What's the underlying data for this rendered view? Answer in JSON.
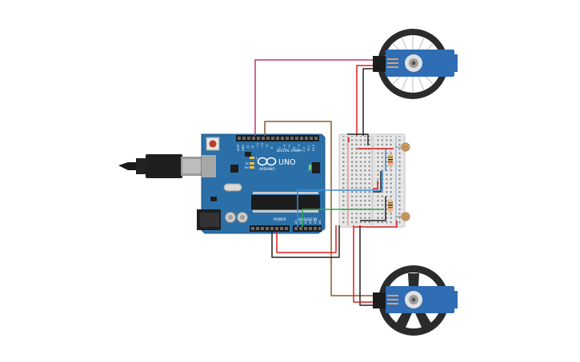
{
  "board": {
    "brand": "ARDUINO",
    "model": "UNO",
    "header_digital": "DIGITAL (PWM~)",
    "header_power": "POWER",
    "header_analog": "ANALOG IN",
    "led_tx": "TX",
    "led_rx": "RX",
    "led_l": "L",
    "on_label": "ON",
    "pin_aref": "AREF",
    "pin_gnd": "GND",
    "pin_13": "13",
    "pin_12": "12",
    "pin_11": "~11",
    "pin_10": "~10",
    "pin_9": "~9",
    "pin_8": "8",
    "pin_7": "7",
    "pin_6": "~6",
    "pin_5": "~5",
    "pin_4": "4",
    "pin_3": "~3",
    "pin_2": "2",
    "pin_1": "TX 1",
    "pin_0": "RX 0",
    "pin_a0": "A0",
    "pin_a1": "A1",
    "pin_a2": "A2",
    "pin_a3": "A3",
    "pin_a4": "A4",
    "pin_a5": "A5"
  },
  "colors": {
    "board": "#2B6FA8",
    "board_edge": "#1F5585",
    "wire_magenta": "#C2327A",
    "wire_brown": "#8B5A2B",
    "wire_red": "#D62020",
    "wire_black": "#222222",
    "wire_blue": "#3A8DDE",
    "wire_green": "#2FA84F",
    "servo_body": "#2F6DB5",
    "wheel": "#2B2B2B"
  }
}
